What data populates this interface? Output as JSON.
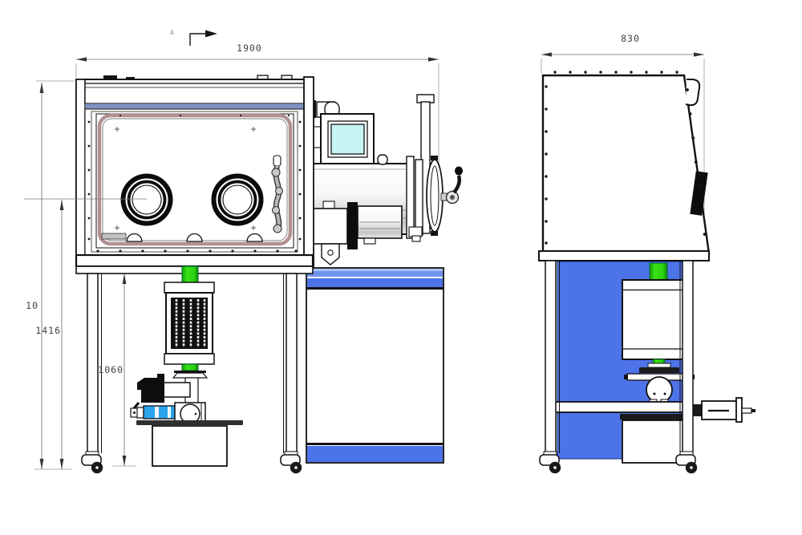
{
  "drawing": {
    "section_marker": {
      "label": "A"
    },
    "front_view": {
      "dim_width": "1900",
      "dim_height_overall": "10",
      "dim_height_port": "1416",
      "dim_height_under": "1060"
    },
    "side_view": {
      "dim_width": "830"
    },
    "colors": {
      "panel_blue": "#4d73e8",
      "panel_blue_light": "#6f93ee",
      "pipe_green": "#2fd012",
      "screen_cyan": "#c9f4f6",
      "gasket_rose": "#b29192",
      "header_stripe_steel": "#7e94c4",
      "pump_blue": "#2ba4ee",
      "line_black": "#111111",
      "dim_gray": "#3f3f3f"
    }
  }
}
